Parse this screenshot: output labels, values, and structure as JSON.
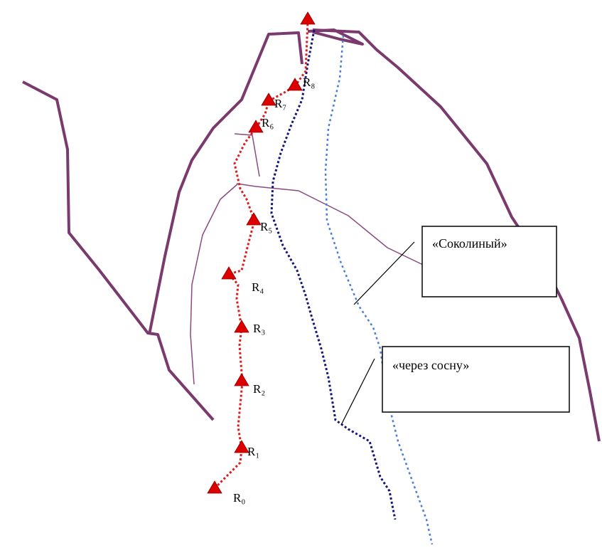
{
  "colors": {
    "ridge": "#7a3a6e",
    "thin_ridge": "#8a4a80",
    "station_route": "#dd1c1c",
    "route_dark": "#15157a",
    "route_light": "#4a7fd6",
    "station_marker": "#dd0000"
  },
  "stations": [
    {
      "id": "R0",
      "label": "R₀"
    },
    {
      "id": "R1",
      "label": "R₁"
    },
    {
      "id": "R2",
      "label": "R₂"
    },
    {
      "id": "R3",
      "label": "R₃"
    },
    {
      "id": "R4",
      "label": "R₄"
    },
    {
      "id": "R5",
      "label": "R₅"
    },
    {
      "id": "R6",
      "label": "R₆"
    },
    {
      "id": "R7",
      "label": "R₇"
    },
    {
      "id": "R8",
      "label": "R₈"
    },
    {
      "id": "summit",
      "label": ""
    }
  ],
  "callouts": {
    "sokolinyi": "«Соколиный»",
    "cherez_sosnu": "«через сосну»"
  }
}
